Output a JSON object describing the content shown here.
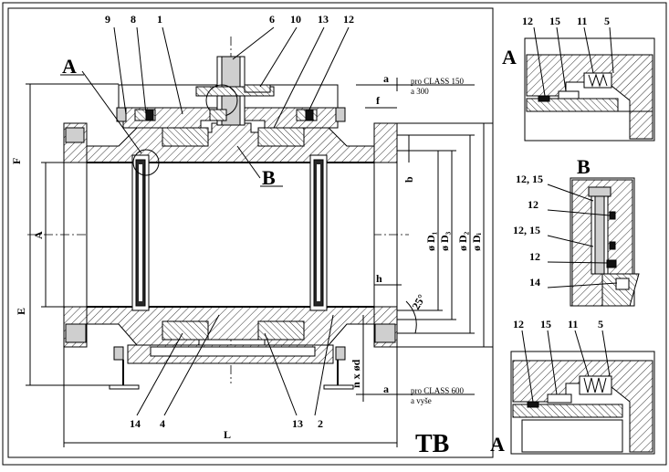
{
  "drawing": {
    "type_label": "TB",
    "part_numbers_top": [
      "9",
      "8",
      "1",
      "6",
      "10",
      "13",
      "12"
    ],
    "part_numbers_bottom": [
      "14",
      "4",
      "13",
      "2"
    ],
    "detail_A_label": "A",
    "detail_B_label": "B",
    "section_A_callout": "A",
    "section_B_callout": "B",
    "dimensions": {
      "a": "a",
      "f": "f",
      "b": "b",
      "h": "h",
      "F": "F",
      "A": "A",
      "E": "E",
      "L": "L",
      "D1": "ø D₁",
      "D3": "ø D₃",
      "D2": "ø D₂",
      "Dt": "ø Dᵢ",
      "nxd": "n x ød",
      "angle": "25°"
    },
    "class_notes_top": [
      "pro CLASS 150",
      "a 300"
    ],
    "class_notes_bottom": [
      "pro CLASS 600",
      "a vyše"
    ]
  },
  "detail_A_top": {
    "labels": [
      "12",
      "15",
      "11",
      "5"
    ]
  },
  "detail_B": {
    "labels": [
      "12, 15",
      "12",
      "12, 15",
      "12",
      "14"
    ]
  },
  "detail_A_bottom": {
    "labels": [
      "12",
      "15",
      "11",
      "5"
    ]
  }
}
